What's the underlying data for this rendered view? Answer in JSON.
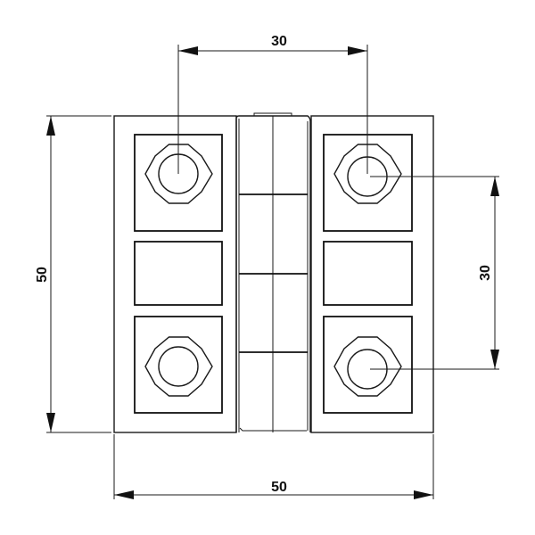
{
  "drawing": {
    "subject": "hinge-front-view",
    "colors": {
      "line": "#1a1a1a",
      "background": "#ffffff"
    },
    "dimensions": {
      "top_hole_spacing": {
        "label": "30"
      },
      "left_height": {
        "label": "50"
      },
      "right_hole_spacing": {
        "label": "30"
      },
      "bottom_width": {
        "label": "50"
      }
    }
  }
}
